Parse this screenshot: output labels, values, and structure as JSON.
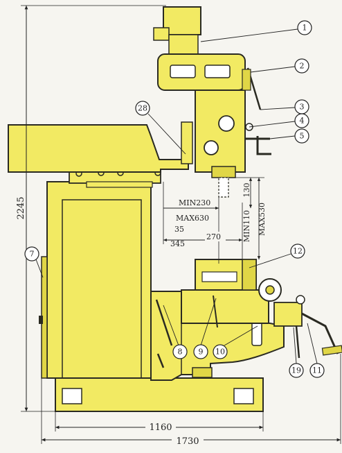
{
  "colors": {
    "machine_fill": "#f2ea63",
    "machine_fill_dark": "#e0d646",
    "outline": "#2a2a22",
    "background": "#f6f5f0"
  },
  "dimensions": {
    "height_total": "2245",
    "width_base": "1160",
    "width_total": "1730",
    "min_230": "MIN230",
    "max_630": "MAX630",
    "d35": "35",
    "d345": "345",
    "d270": "270",
    "min_110": "MIN110",
    "max_530": "MAX530",
    "d130": "130"
  },
  "callouts": {
    "c1": "1",
    "c2": "2",
    "c3": "3",
    "c4": "4",
    "c5": "5",
    "c7": "7",
    "c8": "8",
    "c9": "9",
    "c10": "10",
    "c11": "11",
    "c12": "12",
    "c19": "19",
    "c28": "28"
  }
}
